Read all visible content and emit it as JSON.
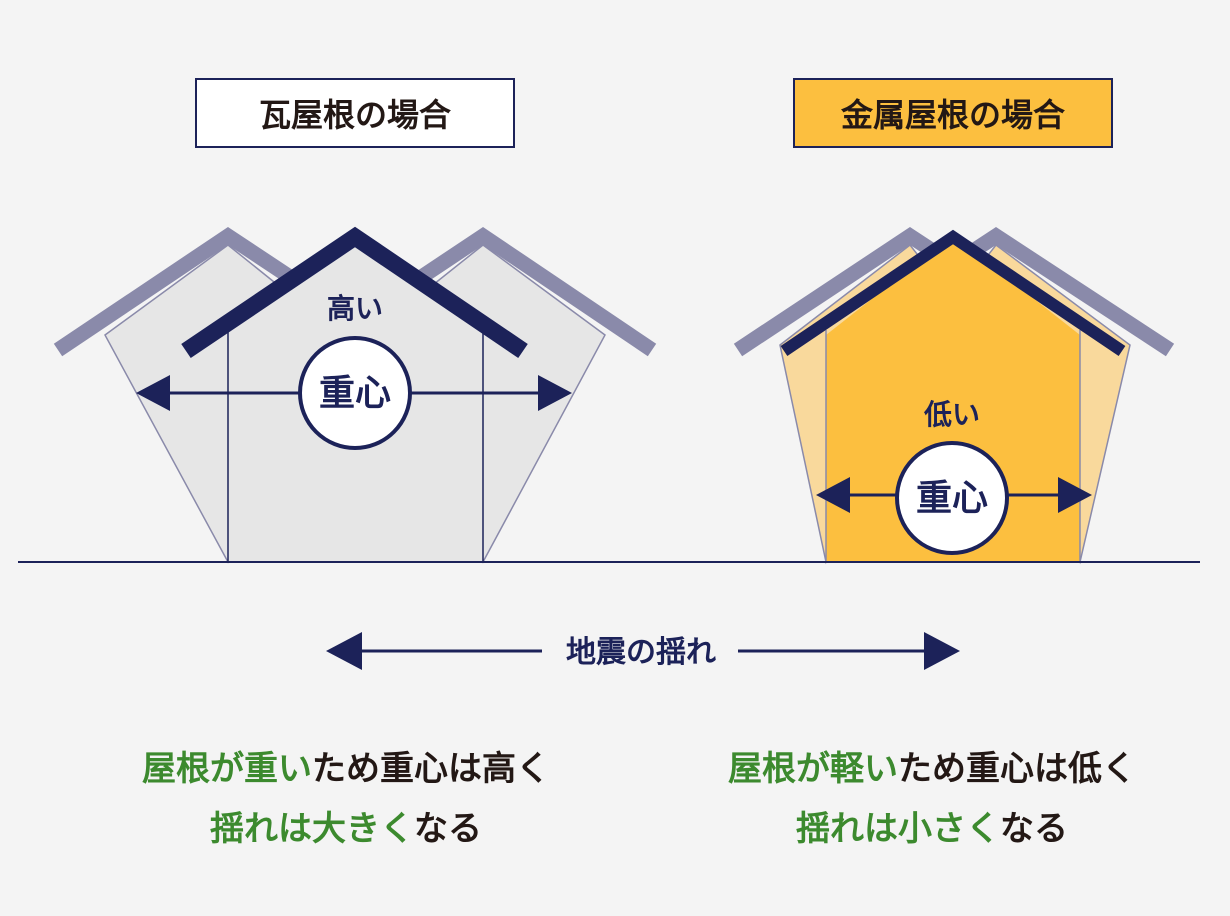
{
  "colors": {
    "background": "#f4f4f4",
    "navy": "#1c2259",
    "roof_gray": "#8a8aaa",
    "house_gray": "#e6e6e6",
    "house_yellow": "#fcbf3f",
    "tint_yellow": "#f9d99c",
    "green": "#3c8a2e",
    "text": "#231815"
  },
  "left": {
    "title": "瓦屋根の場合",
    "height_label": "高い",
    "center_label": "重心",
    "caption_line1": [
      {
        "text": "屋根が重い",
        "green": true
      },
      {
        "text": "ため重心は高く",
        "green": false
      }
    ],
    "caption_line2": [
      {
        "text": "揺れは大きく",
        "green": true
      },
      {
        "text": "なる",
        "green": false
      }
    ]
  },
  "right": {
    "title": "金属屋根の場合",
    "height_label": "低い",
    "center_label": "重心",
    "caption_line1": [
      {
        "text": "屋根が軽い",
        "green": true
      },
      {
        "text": "ため重心は低く",
        "green": false
      }
    ],
    "caption_line2": [
      {
        "text": "揺れは小さく",
        "green": true
      },
      {
        "text": "なる",
        "green": false
      }
    ]
  },
  "shake_label": "地震の揺れ"
}
